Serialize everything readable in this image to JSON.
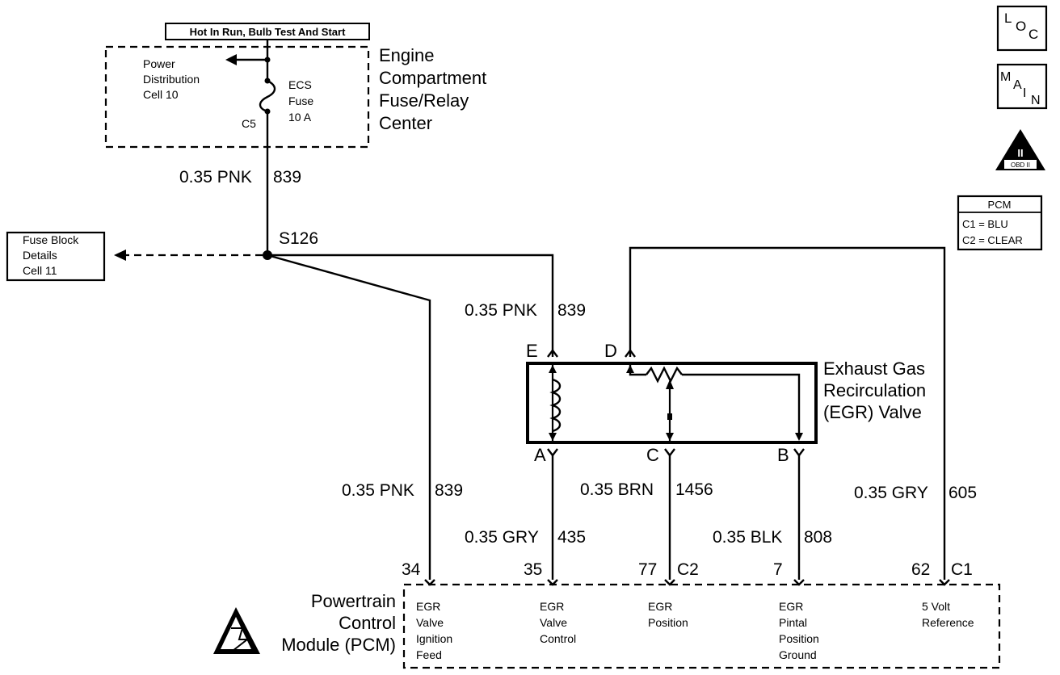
{
  "header_box": "Hot In Run, Bulb Test And Start",
  "fuse_center": {
    "title": [
      "Engine",
      "Compartment",
      "Fuse/Relay",
      "Center"
    ],
    "power_dist": [
      "Power",
      "Distribution",
      "Cell 10"
    ],
    "fuse": [
      "ECS",
      "Fuse",
      "10 A"
    ],
    "connector": "C5"
  },
  "splice": "S126",
  "fuse_block": [
    "Fuse Block",
    "Details",
    "Cell 11"
  ],
  "wires": {
    "w1": "0.35 PNK",
    "w1_num": "839",
    "w2": "0.35 PNK",
    "w2_num": "839",
    "w3": "0.35 PNK",
    "w3_num": "839",
    "w4": "0.35 GRY",
    "w4_num": "435",
    "w5": "0.35 BRN",
    "w5_num": "1456",
    "w6": "0.35 BLK",
    "w6_num": "808",
    "w7": "0.35 GRY",
    "w7_num": "605"
  },
  "egr_valve": {
    "title": [
      "Exhaust Gas",
      "Recirculation",
      "(EGR) Valve"
    ],
    "pins": {
      "E": "E",
      "D": "D",
      "A": "A",
      "C": "C",
      "B": "B"
    }
  },
  "pcm_pins": {
    "p34": "34",
    "p35": "35",
    "p77": "77",
    "c2": "C2",
    "p7": "7",
    "p62": "62",
    "c1": "C1"
  },
  "pcm": {
    "title": [
      "Powertrain",
      "Control",
      "Module (PCM)"
    ],
    "f1": [
      "EGR",
      "Valve",
      "Ignition",
      "Feed"
    ],
    "f2": [
      "EGR",
      "Valve",
      "Control"
    ],
    "f3": [
      "EGR",
      "Position"
    ],
    "f4": [
      "EGR",
      "Pintal",
      "Position",
      "Ground"
    ],
    "f5": [
      "5 Volt",
      "Reference"
    ]
  },
  "pcm_legend": {
    "title": "PCM",
    "l1": "C1 = BLU",
    "l2": "C2 = CLEAR"
  },
  "icons": {
    "loc": [
      "L",
      "O",
      "C"
    ],
    "main": [
      "M",
      "A",
      "I",
      "N"
    ],
    "obd": "OBD II",
    "obd_numeral": "II"
  }
}
